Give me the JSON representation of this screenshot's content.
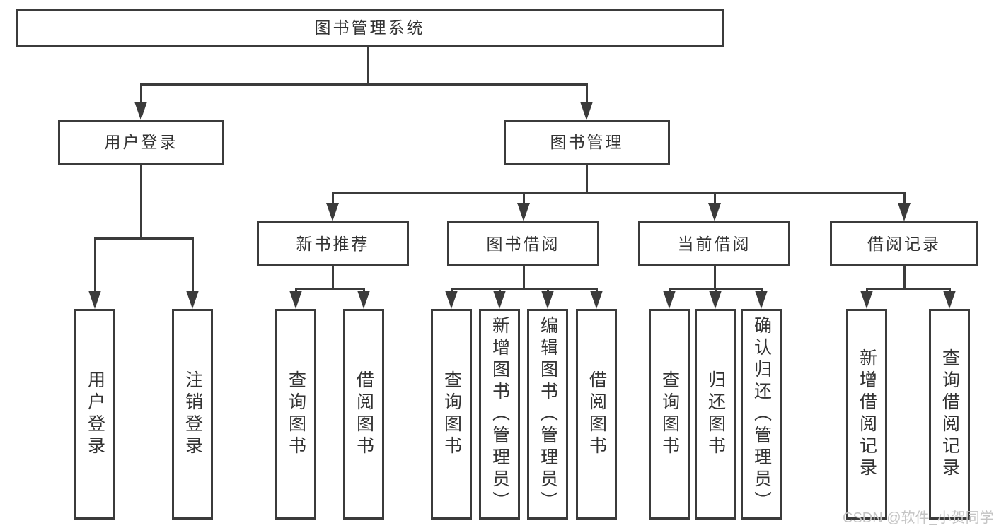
{
  "tree": {
    "label": "图书管理系统",
    "children": [
      {
        "label": "用户登录",
        "children": [
          {
            "label": "用户登录"
          },
          {
            "label": "注销登录"
          }
        ]
      },
      {
        "label": "图书管理",
        "children": [
          {
            "label": "新书推荐",
            "children": [
              {
                "label": "查询图书"
              },
              {
                "label": "借阅图书"
              }
            ]
          },
          {
            "label": "图书借阅",
            "children": [
              {
                "label": "查询图书"
              },
              {
                "label": "新增图书（管理员）"
              },
              {
                "label": "编辑图书（管理员）"
              },
              {
                "label": "借阅图书"
              }
            ]
          },
          {
            "label": "当前借阅",
            "children": [
              {
                "label": "查询图书"
              },
              {
                "label": "归还图书"
              },
              {
                "label": "确认归还（管理员）"
              }
            ]
          },
          {
            "label": "借阅记录",
            "children": [
              {
                "label": "新增借阅记录"
              },
              {
                "label": "查询借阅记录"
              }
            ]
          }
        ]
      }
    ]
  },
  "watermark": {
    "text": "CSDN @软件_小贺同学"
  },
  "colors": {
    "line": "#3b3b3b",
    "text": "#333333",
    "watermark": "#c4c4c4",
    "background": "#ffffff"
  }
}
